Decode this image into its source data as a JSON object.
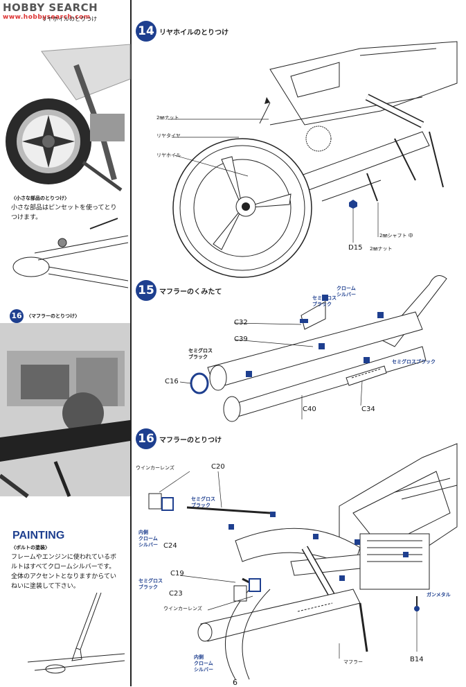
{
  "header": {
    "watermark": "HOBBY SEARCH",
    "watermark_url": "www.hobbysearch.com"
  },
  "sidebar": {
    "top_caption": "リヤホイルのとりつけ",
    "small_parts": {
      "heading": "〈小さな部品のとりつけ〉",
      "text_line1": "小さな部品はピンセットを使ってとり",
      "text_line2": "つけます。"
    },
    "step16_badge": "16",
    "step16_caption": "〈マフラーのとりつけ〉",
    "painting": {
      "title": "PAINTING",
      "heading": "〈ボルトの塗装〉",
      "line1": "フレームやエンジンに使われているボ",
      "line2": "ルトはすべてクロームシルバーです。",
      "line3": "全体のアクセントとなりますからてい",
      "line4": "ねいに塗装して下さい。"
    }
  },
  "step14": {
    "number": "14",
    "title": "リヤホイルのとりつけ",
    "labels": {
      "nut": "2㎜ナット",
      "tire": "リヤタイヤ",
      "wheel": "リヤホイル",
      "shaft": "2㎜シャフト 中",
      "nut2": "2㎜ナット"
    },
    "part": "D15"
  },
  "step15": {
    "number": "15",
    "title": "マフラーのくみたて",
    "notes": {
      "semigloss1": "セミグロス\nブラック",
      "chrome": "クローム\nシルバー",
      "semigloss2": "セミグロス\nブラック",
      "semigloss3": "セミグロスブラック"
    },
    "parts": {
      "c32": "C32",
      "c39": "C39",
      "c16": "C16",
      "c40": "C40",
      "c34": "C34"
    }
  },
  "step16": {
    "number": "16",
    "title": "マフラーのとりつけ",
    "labels": {
      "winker1": "ウインカーレンズ",
      "winker2": "ウインカーレンズ",
      "muffler": "マフラー"
    },
    "notes": {
      "semigloss1": "セミグロス\nブラック",
      "inner_chrome1": "内側\nクローム\nシルバー",
      "semigloss2": "セミグロス\nブラック",
      "inner_chrome2": "内側\nクローム\nシルバー",
      "gunmetal": "ガンメタル"
    },
    "parts": {
      "c20": "C20",
      "c24": "C24",
      "c19": "C19",
      "c23": "C23",
      "b14": "B14"
    }
  },
  "page": {
    "number": "6"
  },
  "colors": {
    "accent": "#1e3f8f",
    "line": "#222222"
  }
}
